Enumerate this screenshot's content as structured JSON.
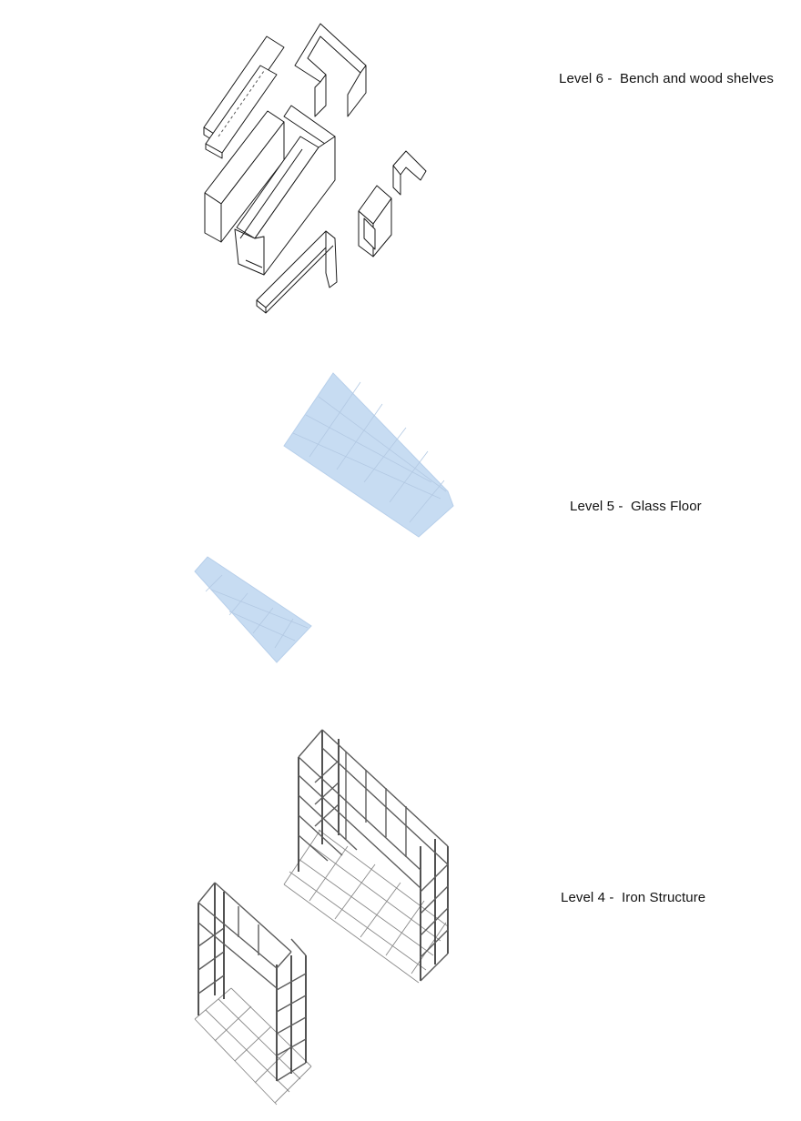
{
  "levels": [
    {
      "id": "level-6",
      "label": "Level 6 -  Bench and wood shelves",
      "color": "#1a1a1a"
    },
    {
      "id": "level-5",
      "label": "Level 5 -  Glass Floor",
      "color": "#c7dcf2"
    },
    {
      "id": "level-4",
      "label": "Level 4 -  Iron Structure",
      "color": "#5c5c5c"
    }
  ]
}
